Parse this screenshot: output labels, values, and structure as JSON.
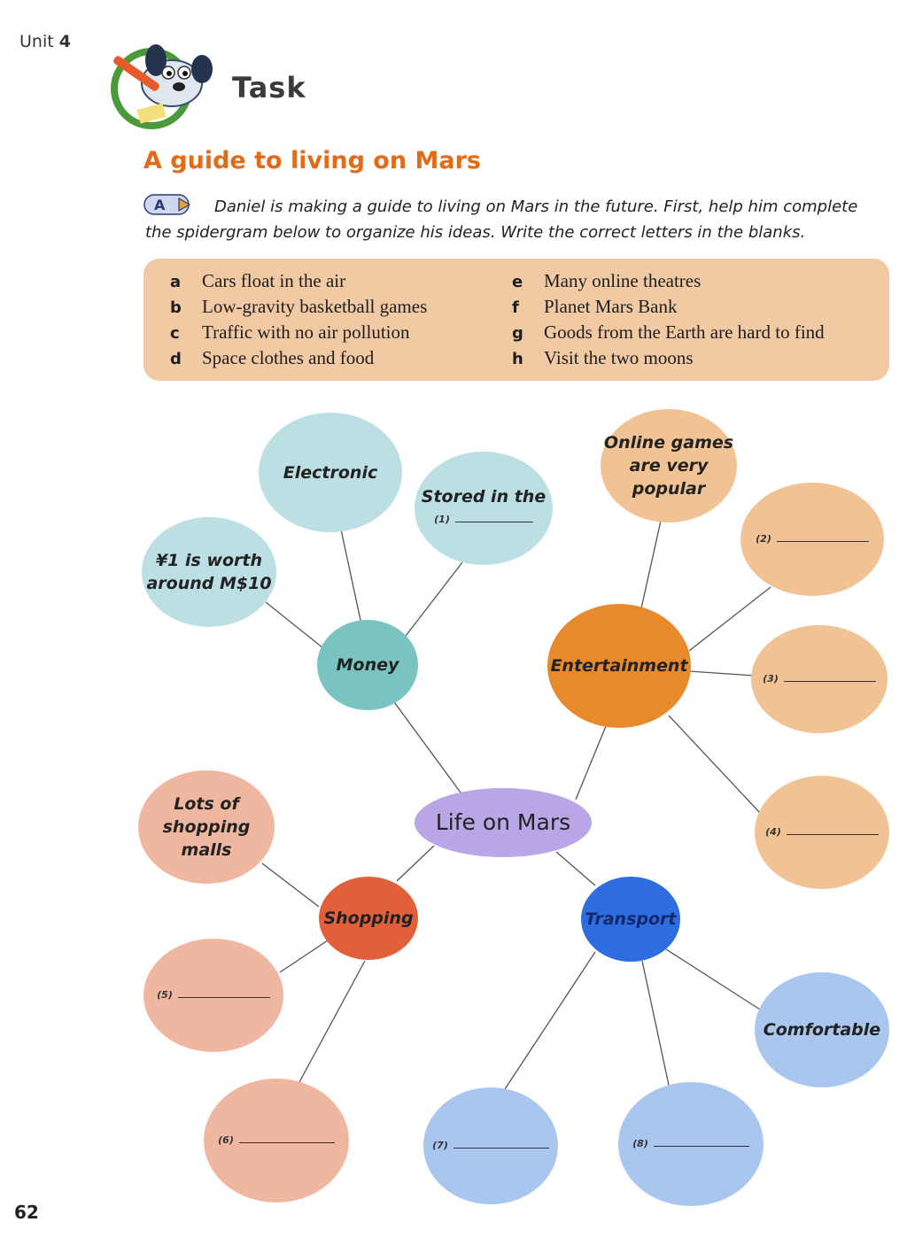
{
  "header": {
    "unit_label": "Unit",
    "unit_number": "4",
    "section_title": "Task"
  },
  "title": "A guide to living on Mars",
  "badge_letter": "A",
  "instruction": "Daniel is making a guide to living on Mars in the future. First, help him complete the spidergram below to organize his ideas. Write the correct letters in the blanks.",
  "options": [
    {
      "key": "a",
      "text": "Cars float in the air"
    },
    {
      "key": "b",
      "text": "Low-gravity basketball games"
    },
    {
      "key": "c",
      "text": "Traffic with no air pollution"
    },
    {
      "key": "d",
      "text": "Space clothes and food"
    },
    {
      "key": "e",
      "text": "Many online theatres"
    },
    {
      "key": "f",
      "text": "Planet Mars Bank"
    },
    {
      "key": "g",
      "text": "Goods from the Earth are hard to find"
    },
    {
      "key": "h",
      "text": "Visit the two moons"
    }
  ],
  "spidergram": {
    "center": "Life on Mars",
    "money": {
      "label": "Money",
      "electronic": "Electronic",
      "stored": "Stored in the",
      "stored_num": "(1)",
      "worth_line1": "¥1 is worth",
      "worth_line2": "around M$10"
    },
    "entertainment": {
      "label": "Entertainment",
      "games_line1": "Online games",
      "games_line2": "are very",
      "games_line3": "popular",
      "b2": "(2)",
      "b3": "(3)",
      "b4": "(4)"
    },
    "shopping": {
      "label": "Shopping",
      "malls_line1": "Lots of",
      "malls_line2": "shopping",
      "malls_line3": "malls",
      "b5": "(5)",
      "b6": "(6)"
    },
    "transport": {
      "label": "Transport",
      "comfortable": "Comfortable",
      "b7": "(7)",
      "b8": "(8)"
    }
  },
  "colors": {
    "title_orange": "#e36a17",
    "option_box": "#f1c9a3"
  },
  "page_number": "62"
}
